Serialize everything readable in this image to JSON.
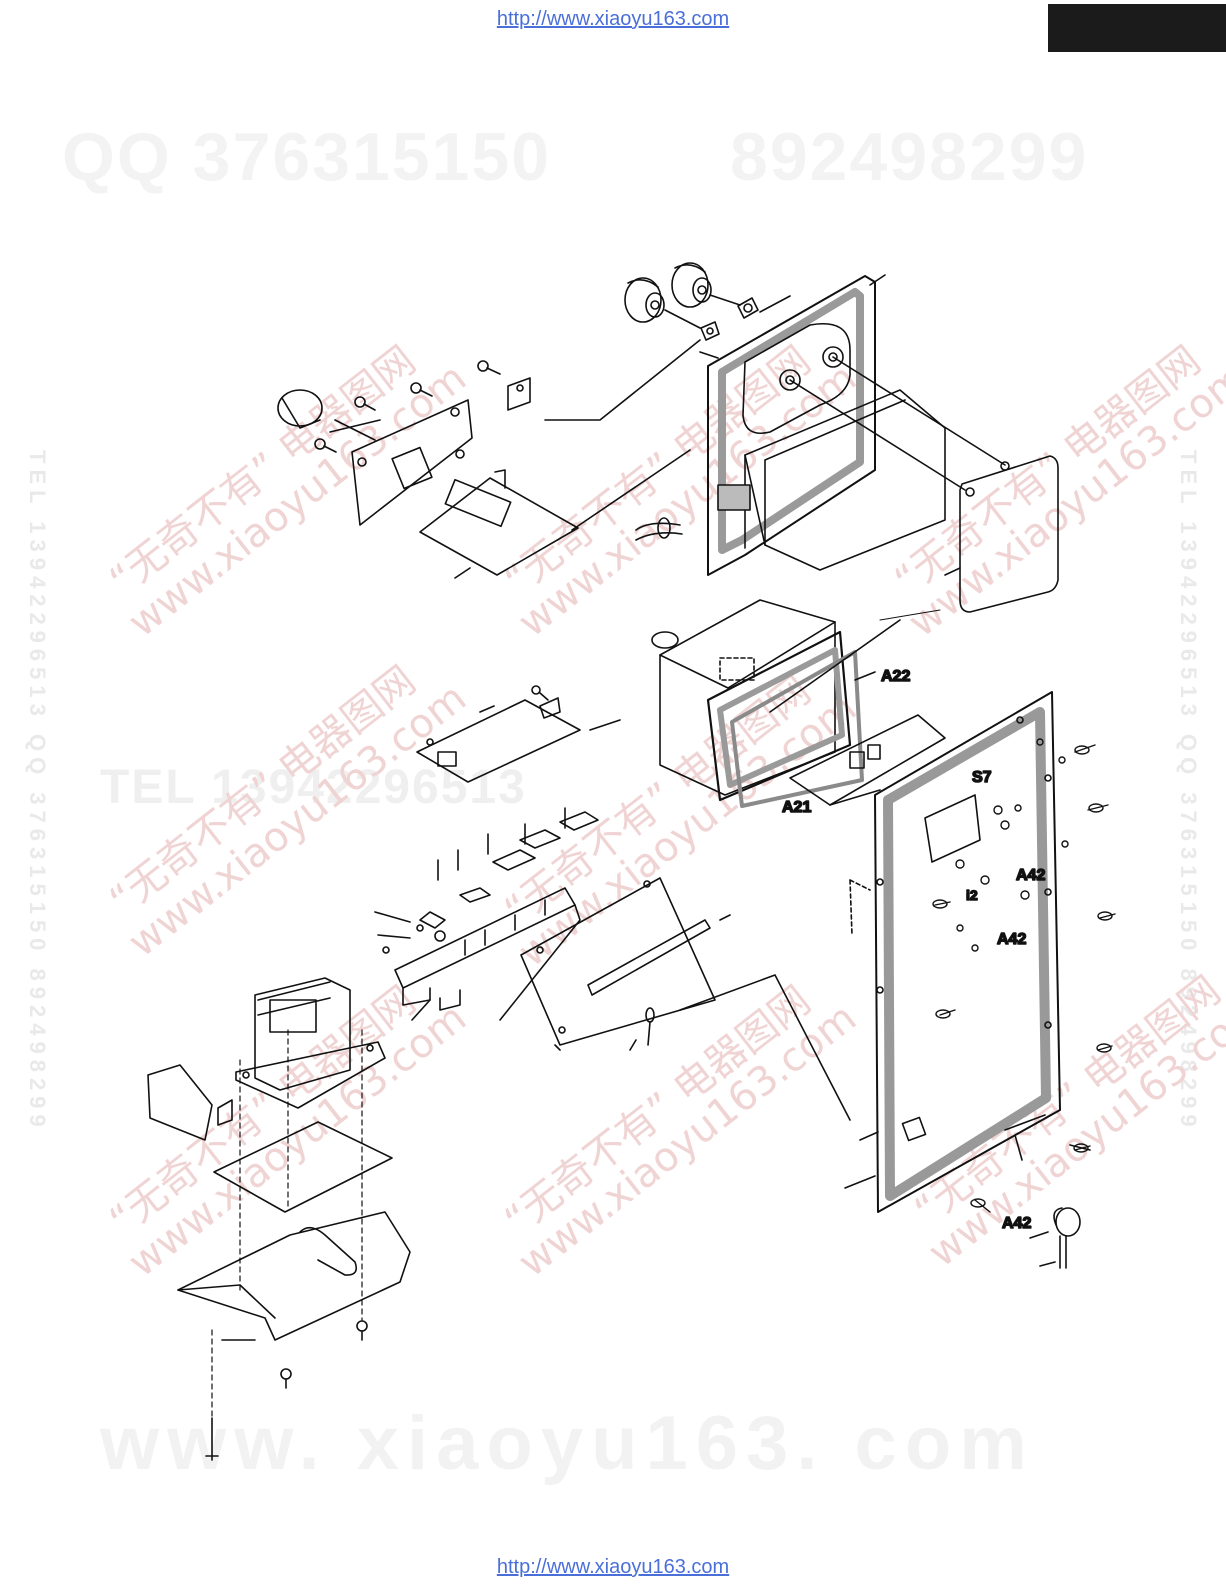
{
  "header": {
    "url_top": "http://www.xiaoyu163.com",
    "url_bottom": "http://www.xiaoyu163.com"
  },
  "watermarks": {
    "qq": "QQ 376315150",
    "qq2": "892498299",
    "tel": "TEL 13942296513",
    "www": "www. xiaoyu163. com",
    "diag_cn": "“无奇不有” 电器图网",
    "diag_en": "www.xiaoyu163.com",
    "side_left": "TEL 13942296513  QQ 376315150  892498299",
    "side_right": "TEL 13942296513  QQ 376315150  892498299"
  },
  "labels": {
    "a22": "A22",
    "a21": "A21",
    "s7": "S7",
    "a42_1": "A42",
    "a42_2": "A42",
    "a42_3": "A42",
    "i2": "i2"
  },
  "colors": {
    "line": "#111111",
    "shade": "#9a9a9a",
    "watermark_red": "#f0d4d4",
    "url": "#4a6fd8"
  }
}
